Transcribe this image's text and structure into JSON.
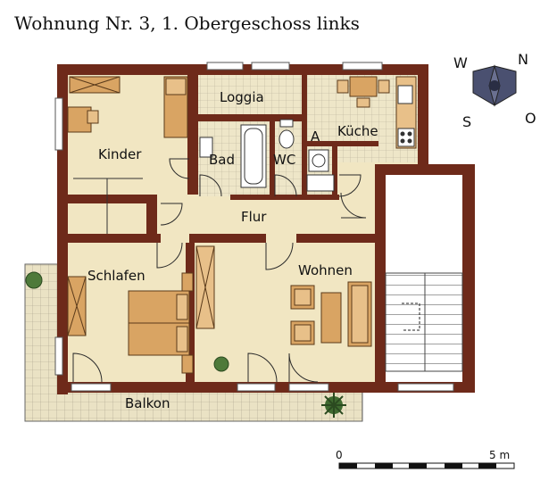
{
  "title": "Wohnung Nr. 3, 1. Obergeschoss links",
  "rooms": {
    "kinder": "Kinder",
    "loggia": "Loggia",
    "bad": "Bad",
    "wc": "WC",
    "abstell": "A",
    "kueche": "Küche",
    "flur": "Flur",
    "schlafen": "Schlafen",
    "wohnen": "Wohnen",
    "balkon": "Balkon"
  },
  "compass": {
    "north": "N",
    "east": "O",
    "south": "S",
    "west": "W"
  },
  "scale": {
    "start": "0",
    "end": "5 m"
  },
  "colors": {
    "wall": "#6e2a1a",
    "floor": "#f1e6c2",
    "furniture": "#d9a463",
    "compass": "#4a5070"
  }
}
